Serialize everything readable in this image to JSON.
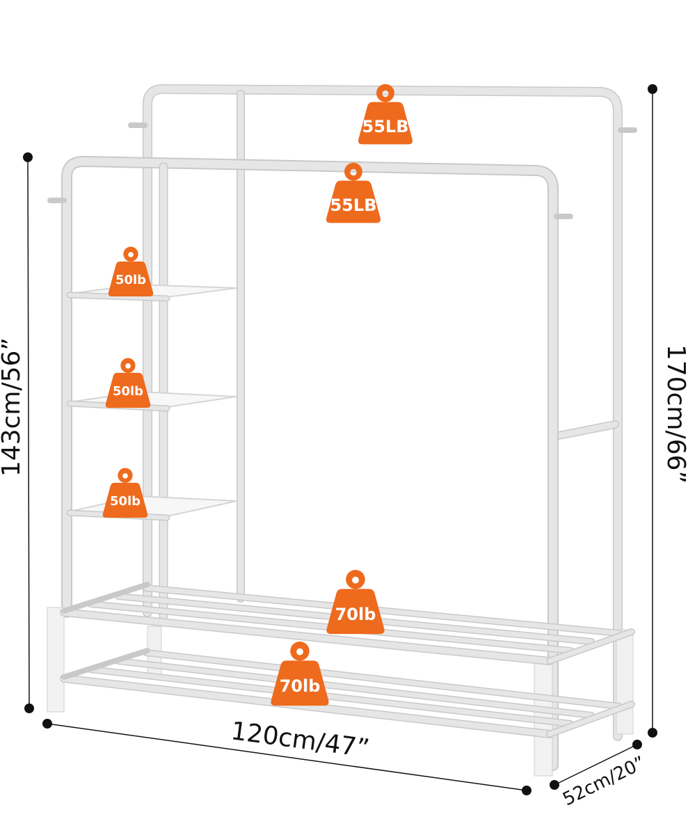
{
  "dimensions": {
    "width": "120cm/47”",
    "depth": "52cm/20”",
    "height_front": "143cm/56”",
    "height_back": "170cm/66”"
  },
  "weights": {
    "back_rail": "55LB",
    "front_rail": "55LB",
    "shelf_top": "50lb",
    "shelf_middle": "50lb",
    "shelf_bottom": "50lb",
    "shoe_rack_upper": "70lb",
    "shoe_rack_lower": "70lb"
  },
  "colors": {
    "weight_badge": "#ee6a1d",
    "frame": "#e6e6e6",
    "dimension_line": "#111111"
  }
}
